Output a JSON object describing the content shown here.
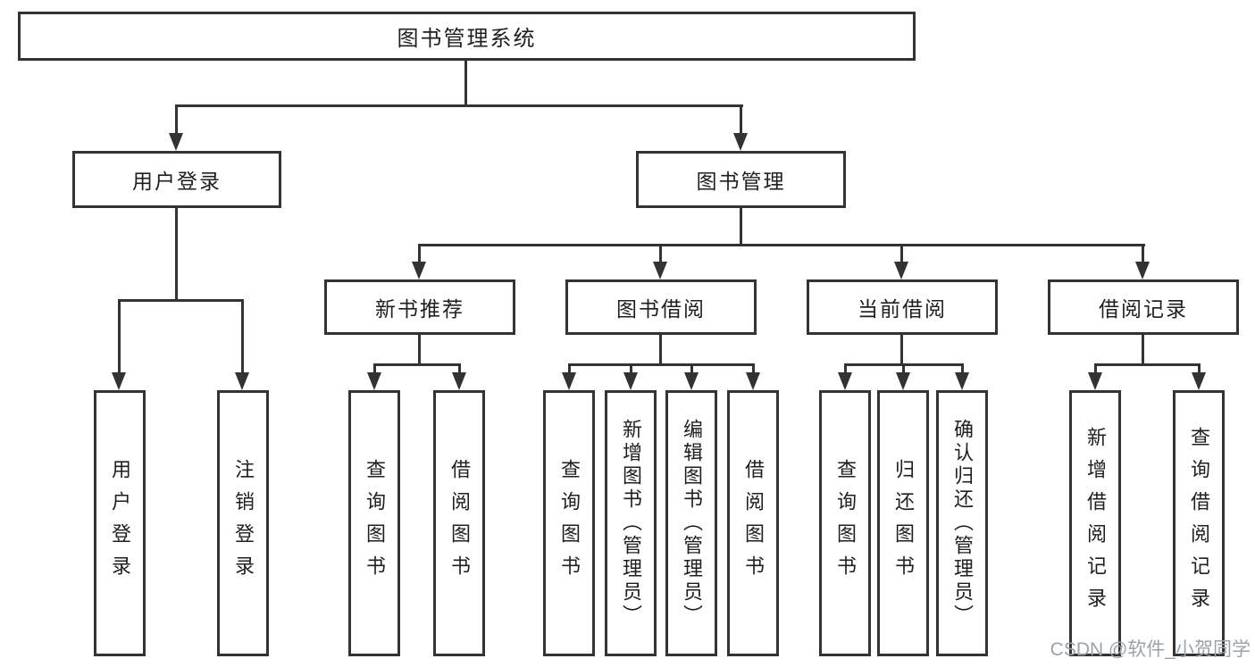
{
  "page": {
    "watermark": "CSDN @软件_小贺同学",
    "colors": {
      "line": "#333333",
      "text": "#1f1f1f",
      "background": "#ffffff",
      "watermark": "#9aa2aa"
    }
  },
  "tree": {
    "root": "图书管理系统",
    "user_branch": {
      "label": "用户登录",
      "children": [
        "用户登录",
        "注销登录"
      ]
    },
    "mgmt_branch": {
      "label": "图书管理",
      "groups": [
        {
          "label": "新书推荐",
          "children": [
            "查询图书",
            "借阅图书"
          ]
        },
        {
          "label": "图书借阅",
          "children": [
            "查询图书",
            "新增图书（管理员）",
            "编辑图书（管理员）",
            "借阅图书"
          ]
        },
        {
          "label": "当前借阅",
          "children": [
            "查询图书",
            "归还图书",
            "确认归还（管理员）"
          ]
        },
        {
          "label": "借阅记录",
          "children": [
            "新增借阅记录",
            "查询借阅记录"
          ]
        }
      ]
    }
  }
}
